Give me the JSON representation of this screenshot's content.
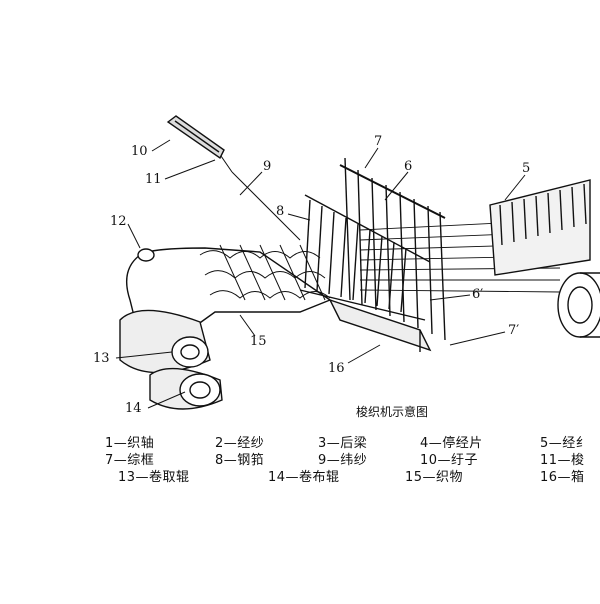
{
  "diagram": {
    "caption": "梭织机示意图",
    "callouts": [
      "10",
      "11",
      "9",
      "7",
      "6",
      "5",
      "8",
      "12",
      "15",
      "6′",
      "7′",
      "13",
      "14",
      "16"
    ],
    "legend": [
      "1—织轴",
      "2—经纱",
      "3—后梁",
      "4—停经片",
      "5—经纟",
      "7—综框",
      "8—钢筘",
      "9—纬纱",
      "10—纡子",
      "11—梭",
      "13—卷取辊",
      "14—卷布辊",
      "15—织物",
      "16—箱"
    ]
  }
}
